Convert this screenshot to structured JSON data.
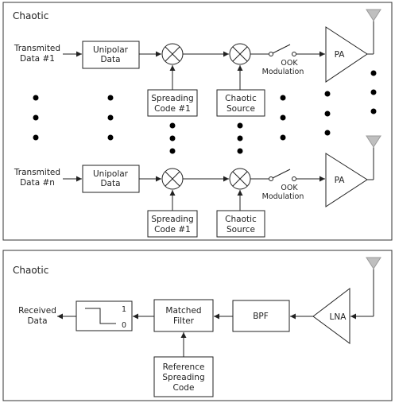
{
  "tx": {
    "title": "Chaotic",
    "ch1": {
      "input": [
        "Transmited",
        "Data #1"
      ],
      "unipolar": [
        "Unipolar",
        "Data"
      ],
      "spreading": [
        "Spreading",
        "Code #1"
      ],
      "chaotic": [
        "Chaotic",
        "Source"
      ],
      "ook": [
        "OOK",
        "Modulation"
      ],
      "pa": "PA"
    },
    "chn": {
      "input": [
        "Transmited",
        "Data #n"
      ],
      "unipolar": [
        "Unipolar",
        "Data"
      ],
      "spreading": [
        "Spreading",
        "Code #1"
      ],
      "chaotic": [
        "Chaotic",
        "Source"
      ],
      "ook": [
        "OOK",
        "Modulation"
      ],
      "pa": "PA"
    }
  },
  "rx": {
    "title": "Chaotic",
    "output": [
      "Received",
      "Data"
    ],
    "decision_high": "1",
    "decision_low": "0",
    "matched_filter": [
      "Matched",
      "Filter"
    ],
    "bpf": "BPF",
    "lna": "LNA",
    "reference": [
      "Reference",
      "Spreading",
      "Code"
    ]
  }
}
